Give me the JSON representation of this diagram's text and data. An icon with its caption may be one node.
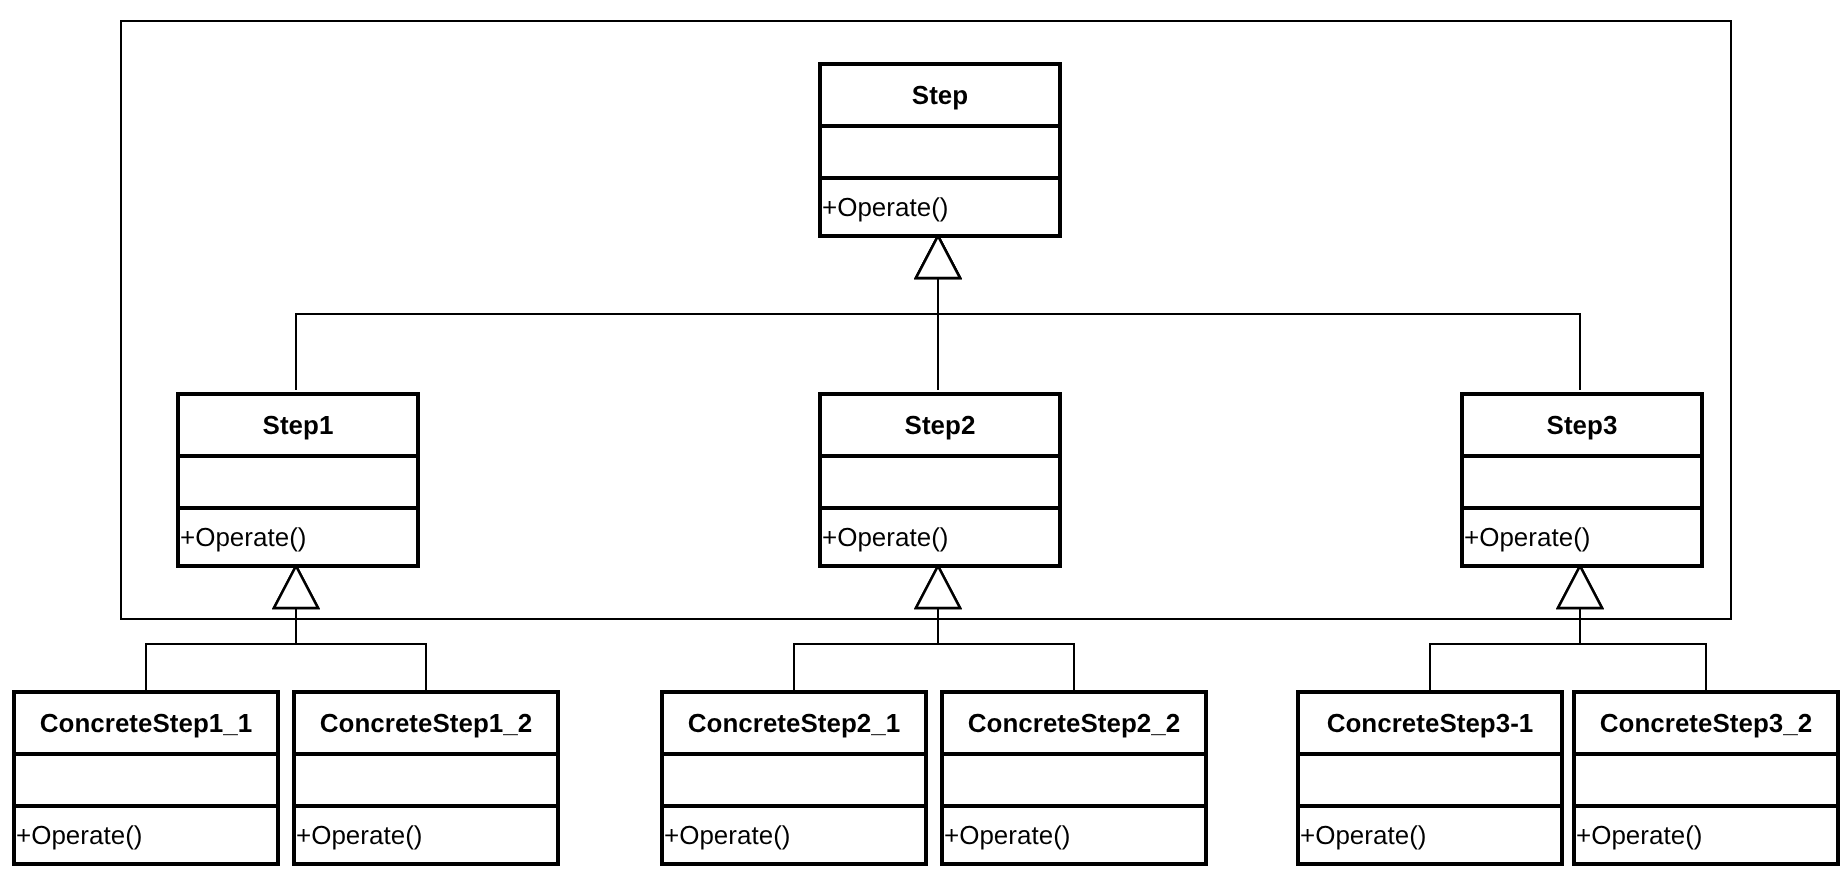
{
  "diagram": {
    "nodes": [
      {
        "text": [],
        "shape": "box"
      },
      {
        "text": [
          "Step",
          "+Operate()"
        ],
        "in": 0
      },
      {
        "text": [
          "Step1",
          "+Operate()"
        ],
        "in": 0
      },
      {
        "text": [
          "Step2",
          "+Operate()"
        ],
        "in": 0
      },
      {
        "text": [
          "Step3",
          "+Operate()"
        ],
        "in": 0
      },
      {
        "text": [
          "ConcreteStep1_1",
          "+Operate()"
        ]
      },
      {
        "text": [
          "ConcreteStep1_2",
          "+Operate()"
        ]
      },
      {
        "text": [
          "ConcreteStep2_1",
          "+Operate()"
        ]
      },
      {
        "text": [
          "ConcreteStep2_2",
          "+Operate()"
        ]
      },
      {
        "text": [
          "ConcreteStep3-1",
          "+Operate()"
        ]
      },
      {
        "text": [
          "ConcreteStep3_2",
          "+Operate()"
        ]
      }
    ],
    "edges": [
      {
        "from": 2,
        "to": 1,
        "arrow": "to"
      },
      {
        "from": 3,
        "to": 1,
        "arrow": "to"
      },
      {
        "from": 4,
        "to": 1,
        "arrow": "to"
      },
      {
        "from": 5,
        "to": 2,
        "arrow": "to"
      },
      {
        "from": 6,
        "to": 2,
        "arrow": "to"
      },
      {
        "from": 7,
        "to": 3,
        "arrow": "to"
      },
      {
        "from": 8,
        "to": 3,
        "arrow": "to"
      },
      {
        "from": 9,
        "to": 4,
        "arrow": "to"
      },
      {
        "from": 10,
        "to": 4,
        "arrow": "to"
      }
    ]
  }
}
